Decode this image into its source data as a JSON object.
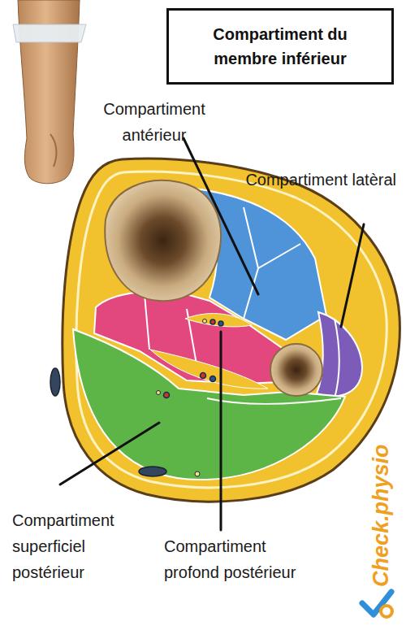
{
  "diagram": {
    "title": "Compartiment du membre inférieur",
    "labels": [
      "Compartiment antérieur",
      "Compartiment latèral",
      "Compartiment superficiel postérieur",
      "Compartiment profond postérieur",
      "Check.physio"
    ]
  }
}
